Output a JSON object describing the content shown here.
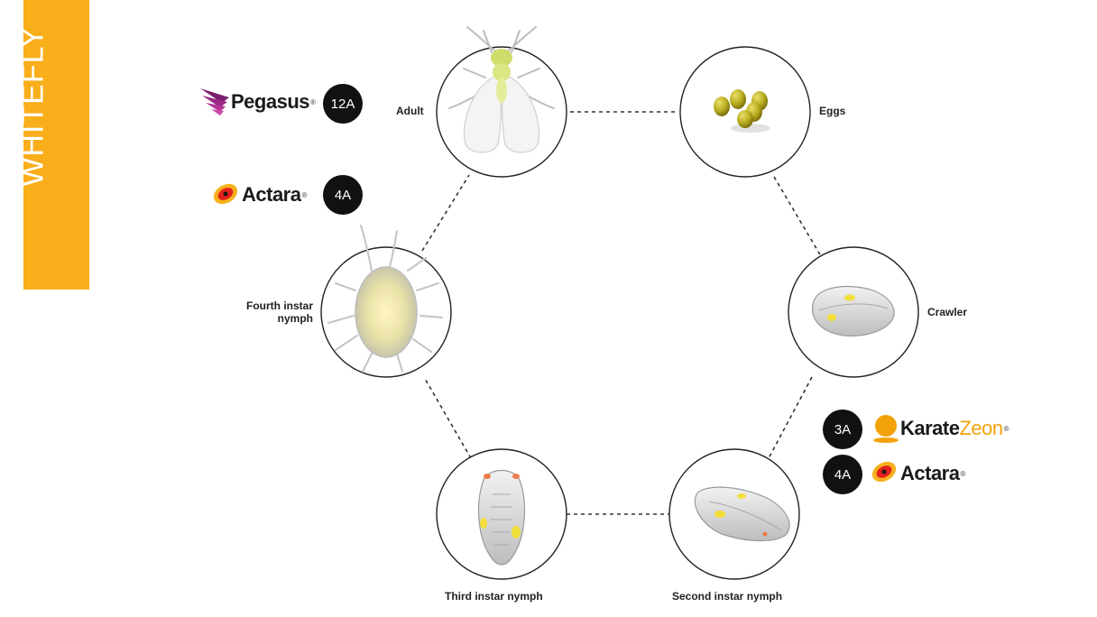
{
  "side_title": "WHITEFLY",
  "colors": {
    "accent": "#f9ae1b",
    "badge": "#111111",
    "egg": "#b9ad1e",
    "nymph_spot": "#f2df3a",
    "eye_spot": "#f07a4a"
  },
  "stages": [
    {
      "id": "adult",
      "label": "Adult",
      "icon": "adult-whitefly-icon"
    },
    {
      "id": "eggs",
      "label": "Eggs",
      "icon": "eggs-icon"
    },
    {
      "id": "crawler",
      "label": "Crawler",
      "icon": "crawler-icon"
    },
    {
      "id": "second",
      "label": "Second instar nymph",
      "icon": "second-instar-nymph-icon"
    },
    {
      "id": "third",
      "label": "Third instar nymph",
      "icon": "third-instar-nymph-icon"
    },
    {
      "id": "fourth",
      "label_line1": "Fourth instar",
      "label_line2": "nymph",
      "icon": "fourth-instar-nymph-icon"
    }
  ],
  "products": {
    "pegasus": {
      "name": "Pegasus",
      "reg": "®",
      "code": "12A",
      "logo": "pegasus-wing-logo-icon"
    },
    "actara_left": {
      "name": "Actara",
      "reg": "®",
      "code": "4A",
      "logo": "actara-logo-icon"
    },
    "karate": {
      "name_part1": "Karate",
      "name_part2": "Zeon",
      "reg": "®",
      "code": "3A",
      "logo": "karate-sun-logo-icon"
    },
    "actara_right": {
      "name": "Actara",
      "reg": "®",
      "code": "4A",
      "logo": "actara-logo-icon"
    }
  }
}
